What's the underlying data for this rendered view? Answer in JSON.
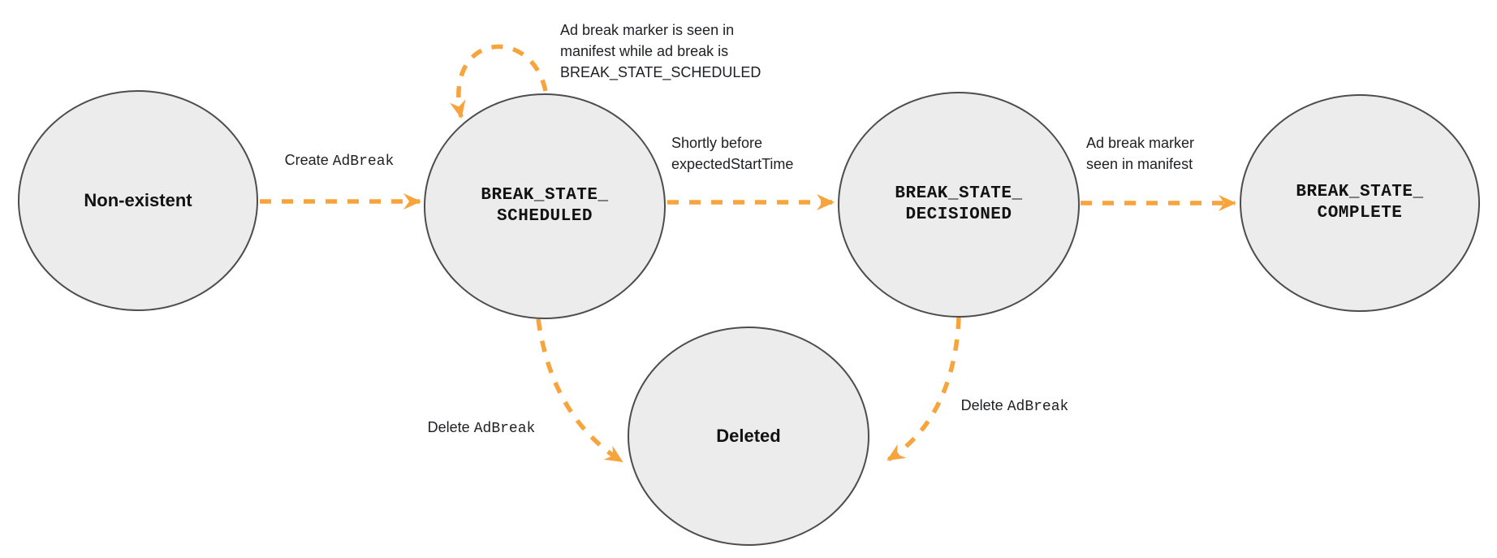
{
  "diagram": {
    "colors": {
      "accent": "#F8A43D",
      "node_fill": "#ECECEC",
      "node_border": "#4D4D4D",
      "text": "#1E1E1E"
    },
    "nodes": [
      {
        "id": "non-existent",
        "lines": [
          "Non-existent"
        ]
      },
      {
        "id": "break-state-scheduled",
        "lines": [
          "BREAK_STATE_",
          "SCHEDULED"
        ]
      },
      {
        "id": "break-state-decisioned",
        "lines": [
          "BREAK_STATE_",
          "DECISIONED"
        ]
      },
      {
        "id": "break-state-complete",
        "lines": [
          "BREAK_STATE_",
          "COMPLETE"
        ]
      },
      {
        "id": "deleted",
        "lines": [
          "Deleted"
        ]
      }
    ],
    "edges": {
      "create": {
        "prefix": "Create ",
        "code": "AdBreak"
      },
      "self_loop": {
        "line1": "Ad break marker is seen in",
        "line2": "manifest while ad break is",
        "code": "BREAK_STATE_SCHEDULED"
      },
      "decision": {
        "line1": "Shortly before",
        "code": "expectedStartTime"
      },
      "complete": {
        "line1": "Ad break marker",
        "line2": "seen in manifest"
      },
      "delete_left": {
        "prefix": "Delete ",
        "code": "AdBreak"
      },
      "delete_right": {
        "prefix": "Delete ",
        "code": "AdBreak"
      }
    }
  }
}
